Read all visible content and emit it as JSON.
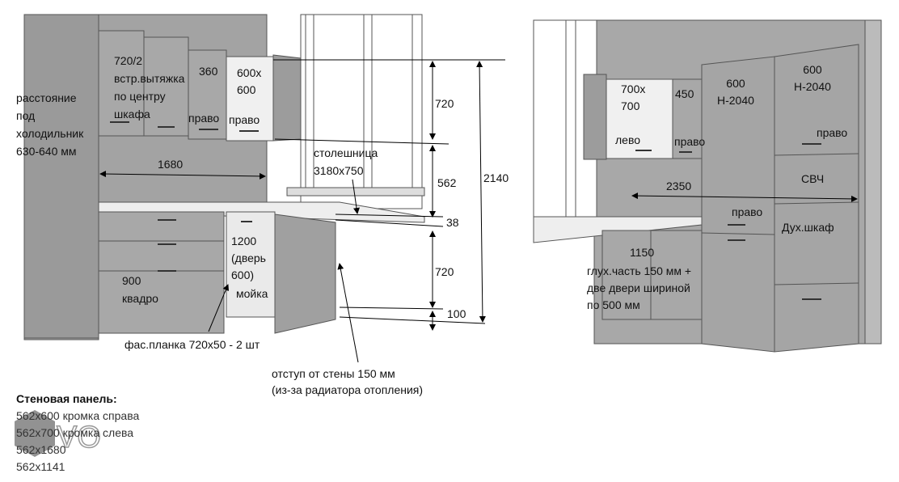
{
  "left_view": {
    "upper_cabinets": {
      "hood_cabinet": "720/2\nвстр.вытяжка\nпо центру\nшкафа",
      "cabinet_360": "360",
      "cabinet_360_hinge": "право",
      "cabinet_600": "600х\n600",
      "cabinet_600_hinge": "право"
    },
    "fridge_gap": "расстояние\nпод\nхолодильник\n630-640 мм",
    "wall_width": "1680",
    "countertop": "столешница\n3180х750",
    "dims": {
      "upper_height": "720",
      "backsplash": "562",
      "total": "2140",
      "countertop_thickness": "38",
      "base_height": "720",
      "plinth": "100"
    },
    "sink_cabinet": "1200\n(дверь\n600)",
    "sink_label": "мойка",
    "drawer_cabinet": "900\nквадро",
    "filler": "фас.планка 720х50 - 2 шт",
    "wall_offset": "отступ от стены 150 мм\n(из-за радиатора отопления)"
  },
  "right_view": {
    "upper_700": "700х\n700",
    "upper_700_hinge": "лево",
    "upper_450": "450",
    "upper_450_hinge": "право",
    "tall_1": "600\nН-2040",
    "tall_1_hinge": "право",
    "tall_2": "600\nН-2040",
    "tall_2_hinge": "право",
    "microwave": "СВЧ",
    "oven": "Дух.шкаф",
    "wall_width": "2350",
    "base_width": "1150",
    "base_note": "глух.часть 150 мм +\nдве двери шириной\nпо 500 мм"
  },
  "wall_panels": {
    "title": "Стеновая панель:",
    "items": [
      "562х600 кромка справа",
      "562х700 кромка слева",
      "562х1680",
      "562х1141"
    ]
  },
  "watermark": "EVO"
}
